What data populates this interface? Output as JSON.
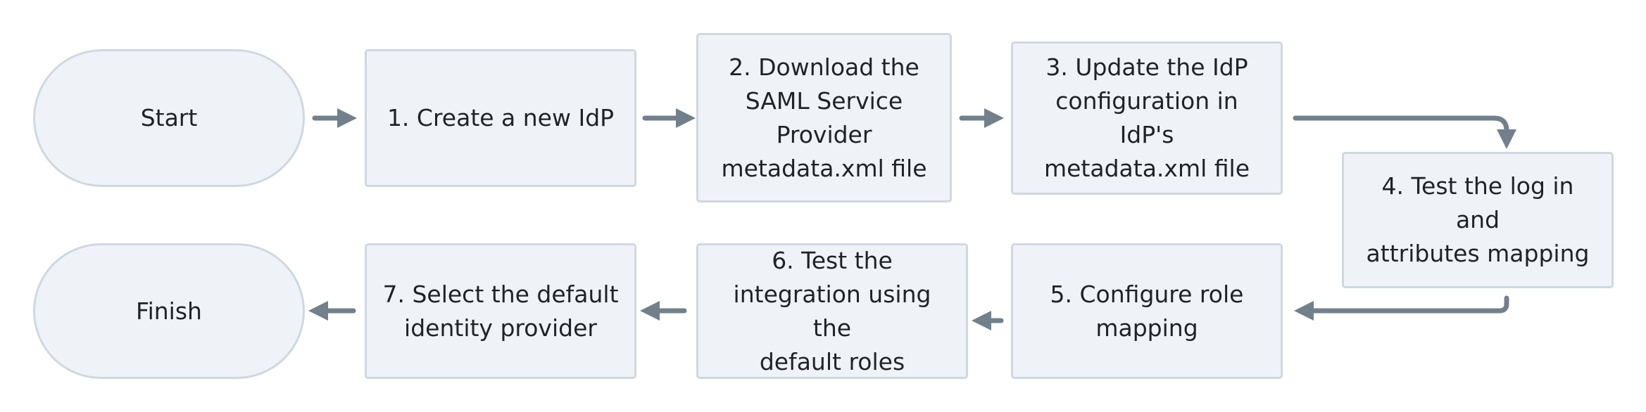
{
  "diagram": {
    "type": "flowchart",
    "colors": {
      "node_fill": "#eff3f7",
      "node_border": "#cfd8e1",
      "text": "#1f2328",
      "arrow": "#72808c"
    },
    "nodes": {
      "start": "Start",
      "step1": "1. Create a new IdP",
      "step2": "2. Download the\nSAML Service\nProvider\nmetadata.xml file",
      "step3": "3. Update the IdP\nconfiguration in IdP's\nmetadata.xml file",
      "step4": "4. Test the log in and\nattributes mapping",
      "step5": "5. Configure role\nmapping",
      "step6": "6. Test the\nintegration using the\ndefault roles",
      "step7": "7. Select the default\nidentity provider",
      "finish": "Finish"
    },
    "edges": [
      [
        "start",
        "step1"
      ],
      [
        "step1",
        "step2"
      ],
      [
        "step2",
        "step3"
      ],
      [
        "step3",
        "step4"
      ],
      [
        "step4",
        "step5"
      ],
      [
        "step5",
        "step6"
      ],
      [
        "step6",
        "step7"
      ],
      [
        "step7",
        "finish"
      ]
    ]
  }
}
